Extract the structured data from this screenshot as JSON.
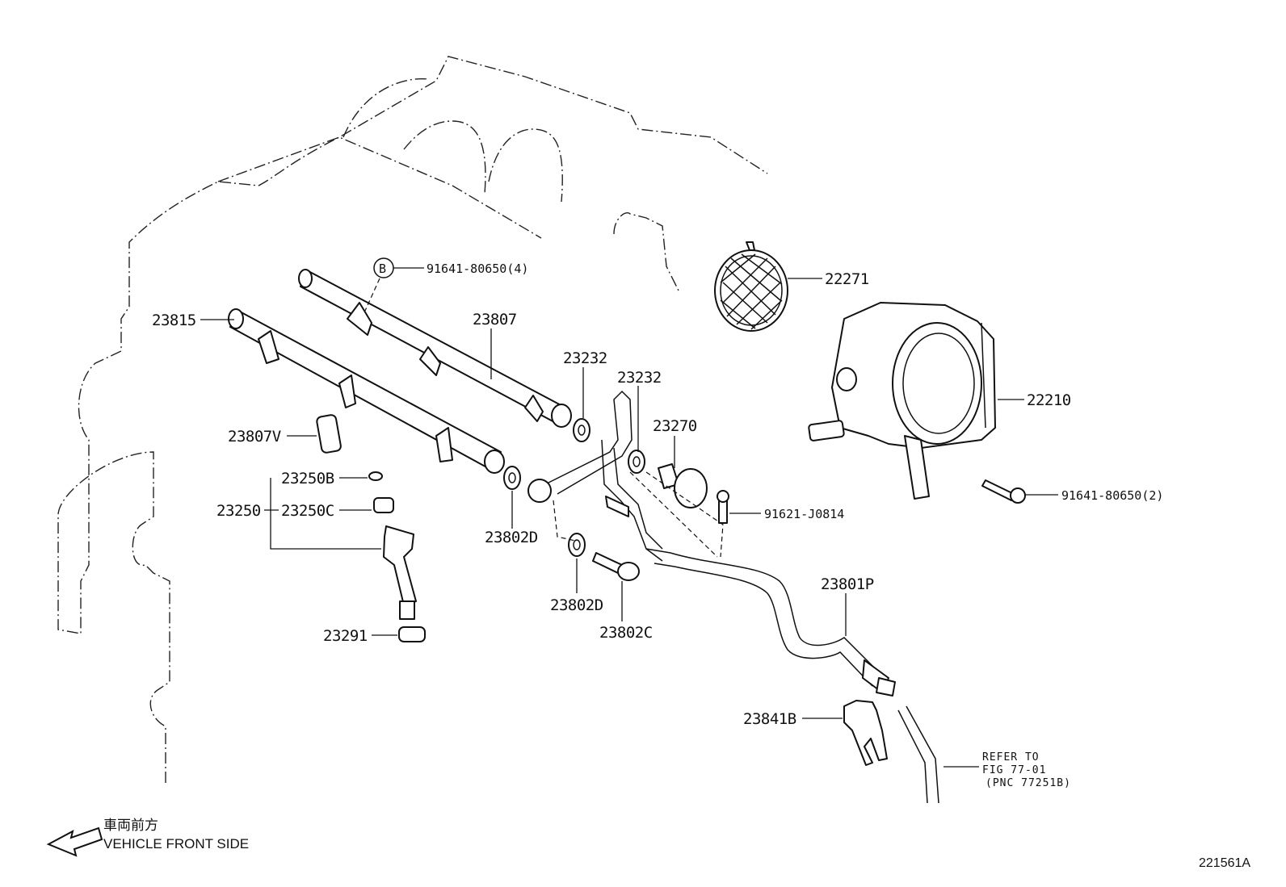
{
  "labels": {
    "l22271": "22271",
    "l22210": "22210",
    "l91641_2": "91641-80650(2)",
    "l91641_4": "91641-80650(4)",
    "circle_b": "B",
    "l23807": "23807",
    "l23815": "23815",
    "l23232a": "23232",
    "l23232b": "23232",
    "l23270": "23270",
    "l91621": "91621-J0814",
    "l23807v": "23807V",
    "l23250b": "23250B",
    "l23250": "23250",
    "l23250c": "23250C",
    "l23802d_a": "23802D",
    "l23802d_b": "23802D",
    "l23802c": "23802C",
    "l23291": "23291",
    "l23801p": "23801P",
    "l23841b": "23841B"
  },
  "refer": {
    "line1": "REFER TO",
    "line2": "FIG 77-01",
    "line3": "(PNC 77251B)"
  },
  "direction": {
    "jp": "車両前方",
    "en": "VEHICLE FRONT SIDE"
  },
  "illustration_id": "221561A"
}
